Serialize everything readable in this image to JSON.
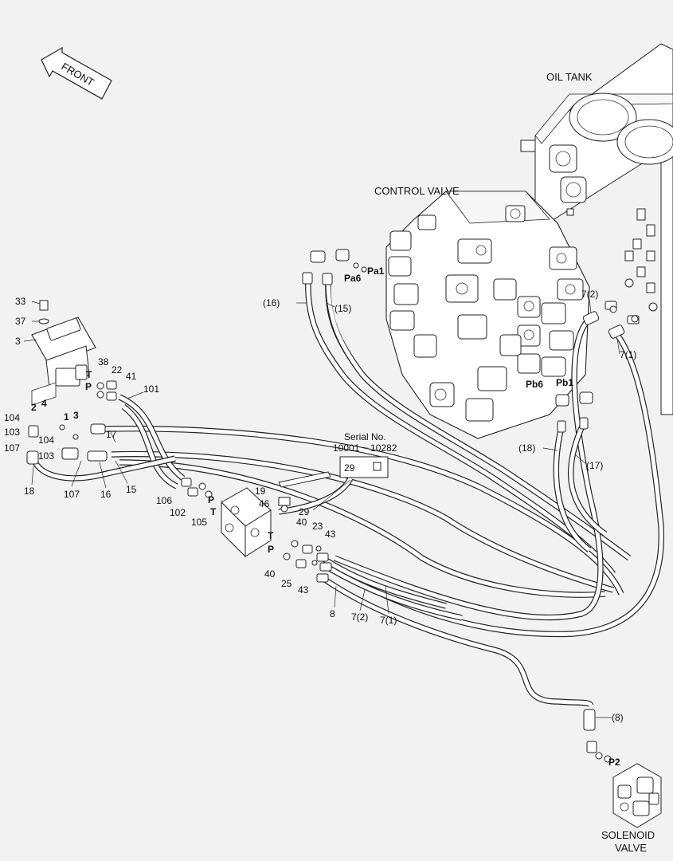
{
  "front_label": "FRONT",
  "components": {
    "oil_tank": "OIL TANK",
    "control_valve": "CONTROL VALVE",
    "solenoid_valve_line1": "SOLENOID",
    "solenoid_valve_line2": "VALVE"
  },
  "serial_box": {
    "line1": "Serial No.",
    "line2": "10001 ~ 10282",
    "part": "29"
  },
  "ports": {
    "pa1": "Pa1",
    "pa6": "Pa6",
    "pb6": "Pb6",
    "pb1": "Pb1",
    "p2": "P2",
    "t1": "T",
    "p1": "P",
    "t2": "T",
    "p2b": "P",
    "t3": "T",
    "p3": "P"
  },
  "callouts": {
    "c33": "33",
    "c37": "37",
    "c3": "3",
    "c38": "38",
    "c22": "22",
    "c41": "41",
    "c101": "101",
    "c17": "17",
    "c2": "2",
    "c4": "4",
    "c1": "1",
    "c3b": "3",
    "c104a": "104",
    "c103a": "103",
    "c104b": "104",
    "c107a": "107",
    "c103b": "103",
    "c18": "18",
    "c107b": "107",
    "c16": "16",
    "c15": "15",
    "c106": "106",
    "c102": "102",
    "c105": "105",
    "c19": "19",
    "c46": "46",
    "c29": "29",
    "c40a": "40",
    "c23": "23",
    "c43a": "43",
    "c40b": "40",
    "c25": "25",
    "c43b": "43",
    "c8": "8",
    "c7_2": "7(2)",
    "c7_1": "7(1)",
    "c16p": "(16)",
    "c15p": "(15)",
    "c7_2r": "7(2)",
    "c7_1r": "7(1)",
    "c18p": "(18)",
    "c17p": "(17)",
    "c8p": "(8)"
  }
}
